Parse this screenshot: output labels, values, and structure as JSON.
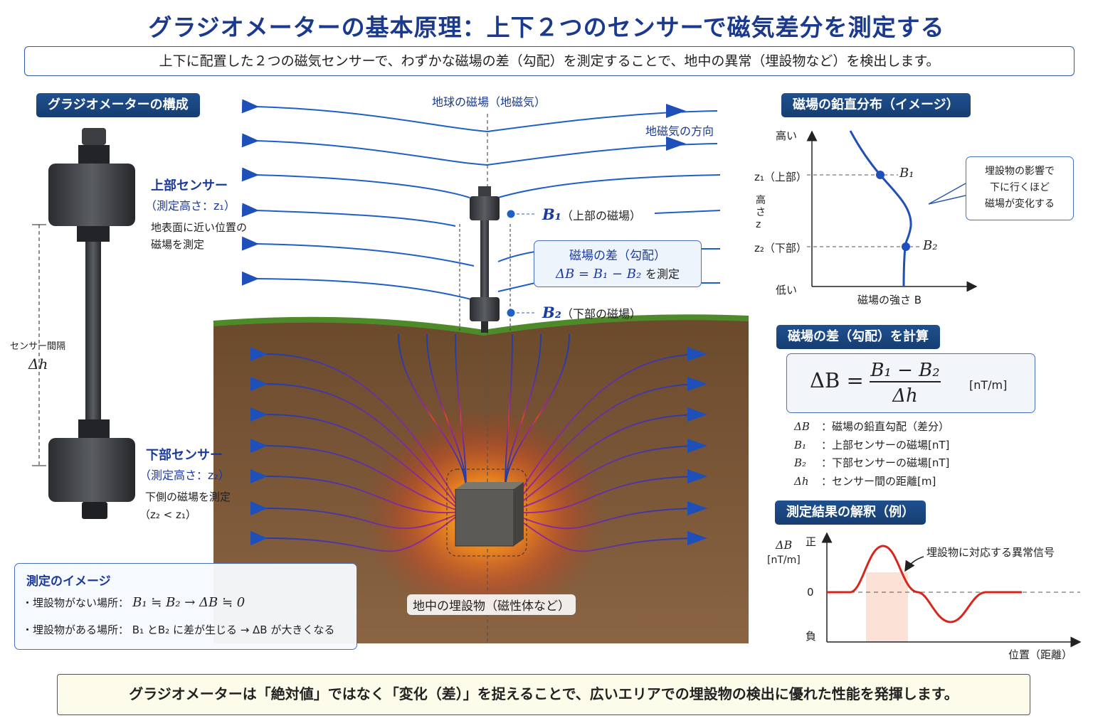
{
  "title": "グラジオメーターの基本原理：上下２つのセンサーで磁気差分を測定する",
  "subtitle": "上下に配置した２つの磁気センサーで、わずかな磁場の差（勾配）を測定することで、地中の異常（埋設物など）を検出します。",
  "left": {
    "header": "グラジオメーターの構成",
    "upper_name": "上部センサー",
    "upper_height": "（測定高さ：z₁）",
    "upper_desc1": "地表面に近い位置の",
    "upper_desc2": "磁場を測定",
    "spacing_label": "センサー間隔",
    "spacing_symbol": "Δh",
    "lower_name": "下部センサー",
    "lower_height": "（測定高さ：z₂）",
    "lower_desc1": "下側の磁場を測定",
    "lower_desc2": "（z₂ < z₁）"
  },
  "center": {
    "earth_field": "地球の磁場（地磁気）",
    "field_direction": "地磁気の方向",
    "b1_symbol": "B₁",
    "b1_label": "（上部の磁場）",
    "b2_symbol": "B₂",
    "b2_label": "（下部の磁場）",
    "diff_title": "磁場の差（勾配）",
    "diff_formula": "ΔB = B₁ − B₂",
    "diff_suffix": "を測定",
    "buried_label": "地中の埋設物（磁性体など）"
  },
  "measure_box": {
    "title": "測定のイメージ",
    "line1_label": "・埋設物がない場所：",
    "line1_math": "B₁ ≒ B₂ → ΔB ≒ 0",
    "line2_label": "・埋設物がある場所：",
    "line2_math": "B₁ とB₂ に差が生じる → ΔB が大きくなる"
  },
  "vertical": {
    "header": "磁場の鉛直分布（イメージ）",
    "high": "高い",
    "low": "低い",
    "z1": "z₁（上部）",
    "z2": "z₂（下部）",
    "axis_y": "高さz",
    "axis_x": "磁場の強さ B",
    "b1": "B₁",
    "b2": "B₂",
    "callout": [
      "埋設物の影響で",
      "下に行くほど",
      "磁場が変化する"
    ]
  },
  "calc": {
    "header": "磁場の差（勾配）を計算",
    "lhs": "ΔB =",
    "numerator": "B₁ − B₂",
    "denominator": "Δh",
    "unit": "[nT/m]",
    "defs": [
      {
        "sym": "ΔB",
        "desc": "：磁場の鉛直勾配（差分）"
      },
      {
        "sym": "B₁",
        "desc": "：上部センサーの磁場[nT]"
      },
      {
        "sym": "B₂",
        "desc": "：下部センサーの磁場[nT]"
      },
      {
        "sym": "Δh",
        "desc": "：センサー間の距離[m]"
      }
    ]
  },
  "result": {
    "header": "測定結果の解釈（例）",
    "ylabel": "ΔB",
    "yunit": "[nT/m]",
    "pos": "正",
    "zero": "0",
    "neg": "負",
    "xlabel": "位置（距離）",
    "annotation": "埋設物に対応する異常信号"
  },
  "footer": "グラジオメーターは「絶対値」ではなく「変化（差）」を捉えることで、広いエリアでの埋設物の検出に優れた性能を発揮します。",
  "colors": {
    "primary": "#1b3a8e",
    "field_line": "#1f5fc8",
    "signal": "#d9261c",
    "soil": "#7a5535",
    "footer_bg": "#fdfbea"
  }
}
